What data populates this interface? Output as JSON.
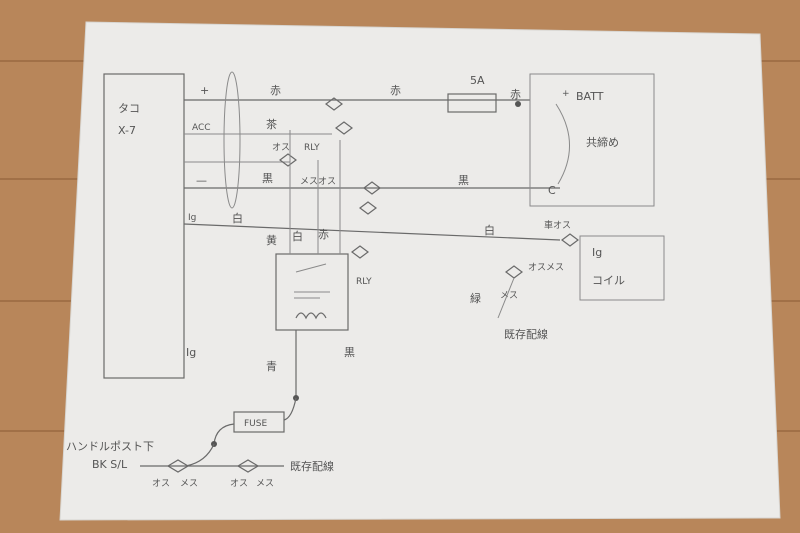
{
  "colors": {
    "desk": "#b8865a",
    "paper": "#ecebe9",
    "pencil": "#5f5f5f"
  },
  "diagram": {
    "tacho": {
      "name": "タコ",
      "model": "X-7",
      "ig_bottom": "Ig"
    },
    "tacho_terms": {
      "plus": "+",
      "acc": "ACC",
      "minus": "—",
      "ig": "Ig"
    },
    "wires": {
      "red_top": "赤",
      "red_mid": "赤",
      "red_small": "赤",
      "brown": "茶",
      "black": "黒",
      "black_mid": "黒",
      "white": "白",
      "white_relay": "白",
      "yellow": "黄",
      "red_relay": "赤",
      "blue": "青",
      "green": "緑",
      "black_low": "黒"
    },
    "fuse5a": "5A",
    "batt": {
      "label": "BATT",
      "plus": "+",
      "minus": "C",
      "note": "共締め"
    },
    "ignition": {
      "line1": "Ig",
      "line2": "コイル",
      "plug": "車オス"
    },
    "connectors": {
      "brown_mesu": "オス",
      "brown_male": "メスオス",
      "relay_l": "RLY",
      "relay_r": "RLY",
      "ig_osu": "オスメス",
      "green_mesu": "メス"
    },
    "existing_wiring_right": "既存配線",
    "fuse_label": "FUSE",
    "bottom": {
      "title": "ハンドルポスト下",
      "connector_code": "BK S/L",
      "c1_a": "オス",
      "c1_b": "メス",
      "c2_a": "オス",
      "c2_b": "メス",
      "existing": "既存配線"
    }
  }
}
